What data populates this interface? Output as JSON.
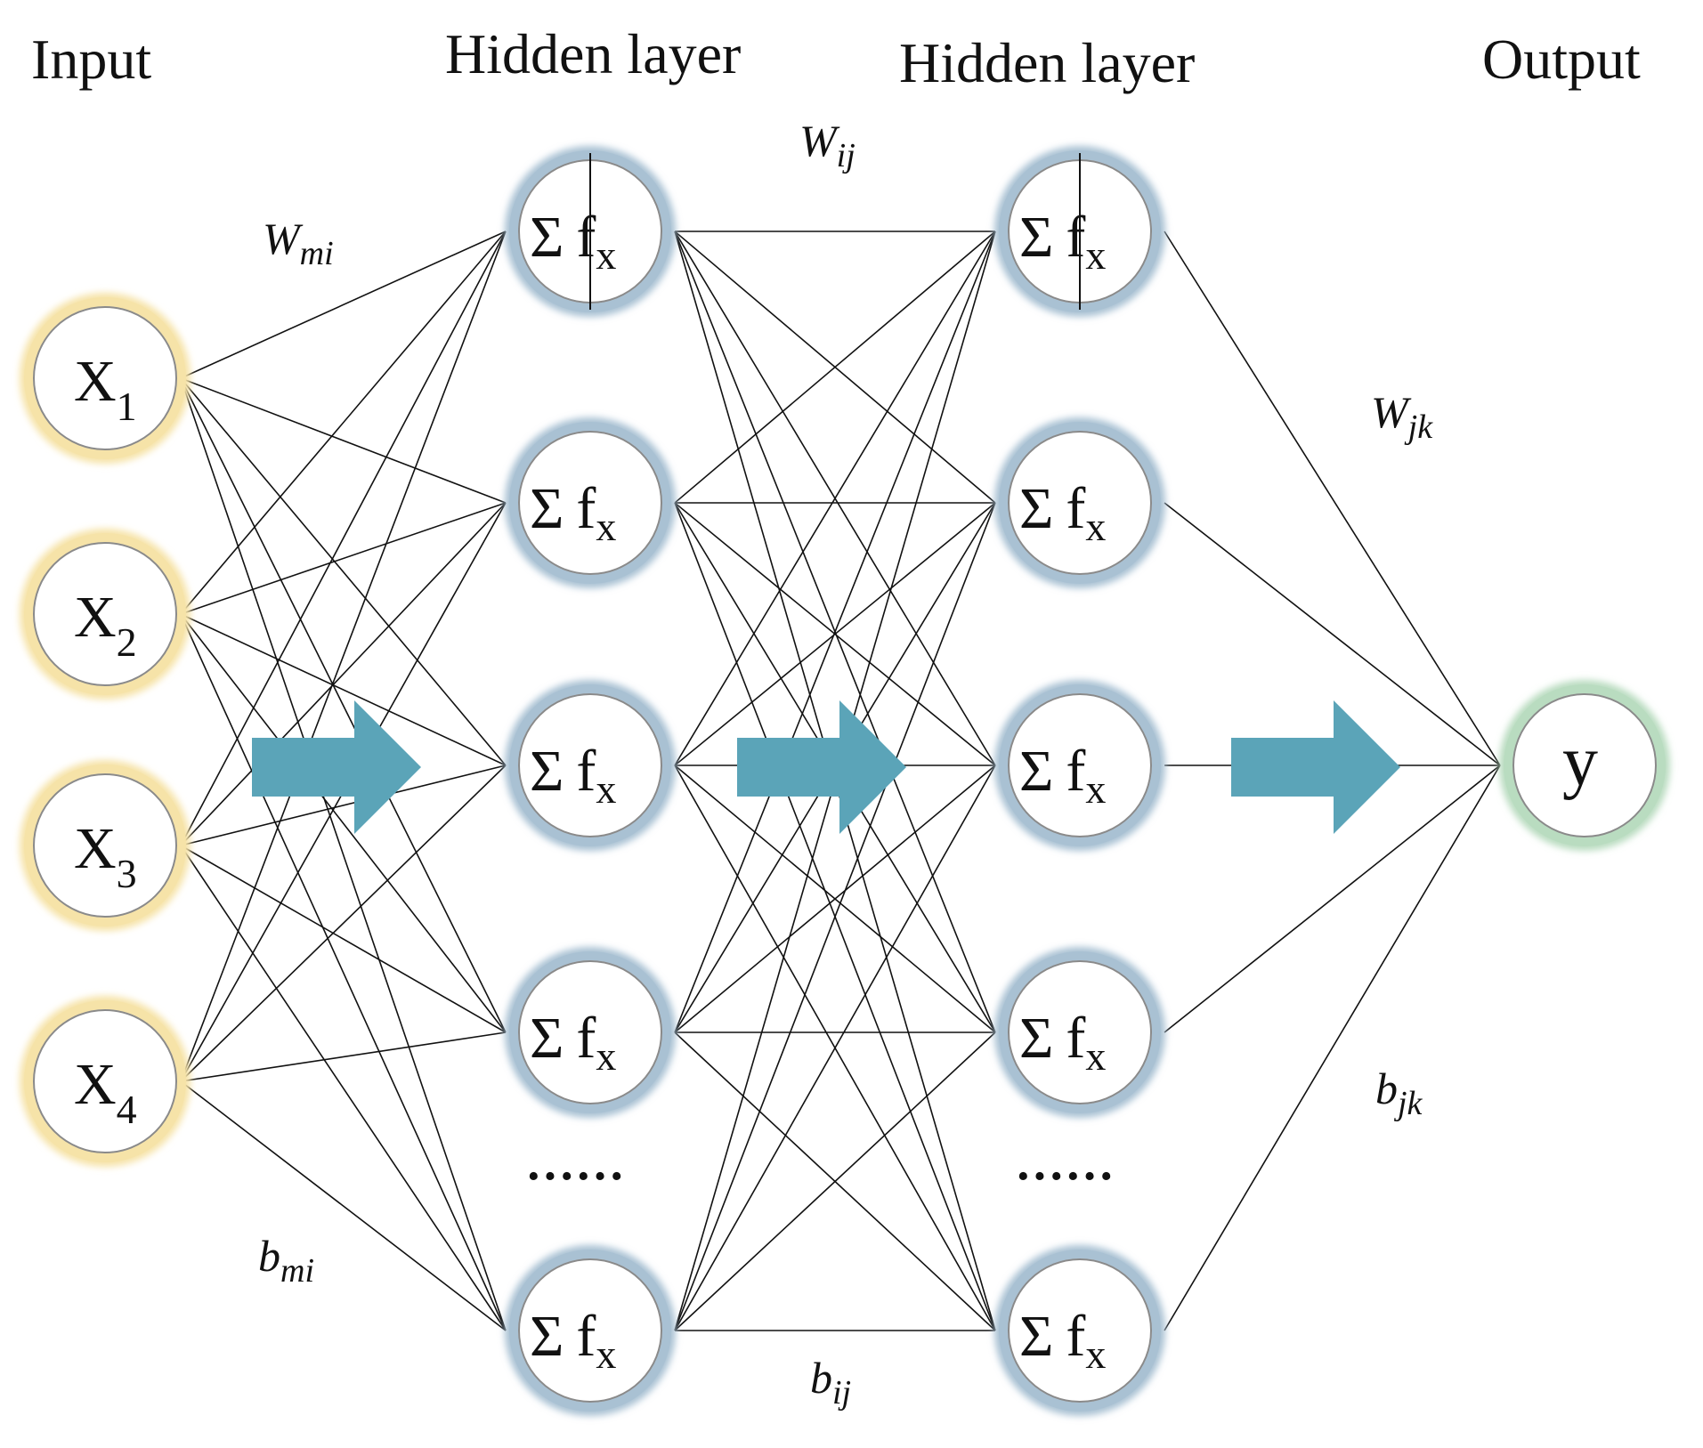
{
  "titles": {
    "input": "Input",
    "hidden1": "Hidden layer",
    "hidden2": "Hidden layer",
    "output": "Output"
  },
  "inputs": [
    {
      "main": "X",
      "sub": "1"
    },
    {
      "main": "X",
      "sub": "2"
    },
    {
      "main": "X",
      "sub": "3"
    },
    {
      "main": "X",
      "sub": "4"
    }
  ],
  "hidden_node": {
    "sum": "Σ",
    "f": "f",
    "f_sub": "x"
  },
  "hidden_layer_1_count": 5,
  "hidden_layer_2_count": 5,
  "ellipsis": "······",
  "output": {
    "label": "y"
  },
  "weights": {
    "w_mi": {
      "main": "W",
      "sub": "mi"
    },
    "b_mi": {
      "main": "b",
      "sub": "mi"
    },
    "w_ij": {
      "main": "W",
      "sub": "ij"
    },
    "b_ij": {
      "main": "b",
      "sub": "ij"
    },
    "w_jk": {
      "main": "W",
      "sub": "jk"
    },
    "b_jk": {
      "main": "b",
      "sub": "jk"
    }
  },
  "colors": {
    "input_glow": "#f6e3a8",
    "hidden_glow": "#a9c1d3",
    "output_glow": "#b9dcc0",
    "arrow": "#5ba4b8",
    "line": "#111111",
    "ring": "#8a8a8a"
  }
}
